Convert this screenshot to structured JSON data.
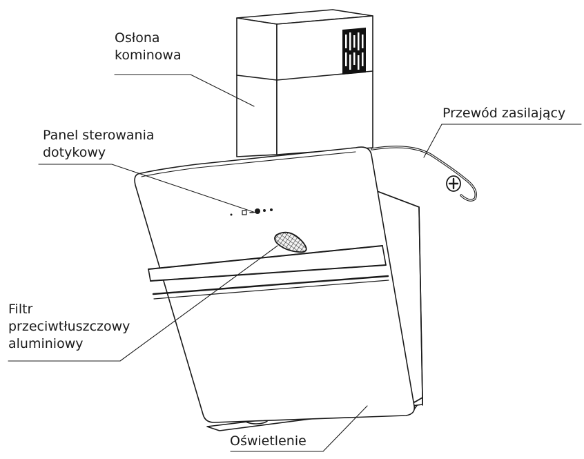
{
  "labels": {
    "chimney_cover": [
      "Osłona",
      "kominowa"
    ],
    "power_cord": "Przewód zasilający",
    "touch_panel": [
      "Panel sterowania",
      "dotykowy"
    ],
    "grease_filter": [
      "Filtr",
      "przeciwtłuszczowy",
      "aluminiowy"
    ],
    "lighting": "Oświetlenie"
  },
  "colors": {
    "line": "#1a1a1a",
    "background": "#ffffff"
  },
  "icons": [
    "control-panel-buttons",
    "plug-icon",
    "grease-filter-mesh",
    "vent-grille"
  ]
}
